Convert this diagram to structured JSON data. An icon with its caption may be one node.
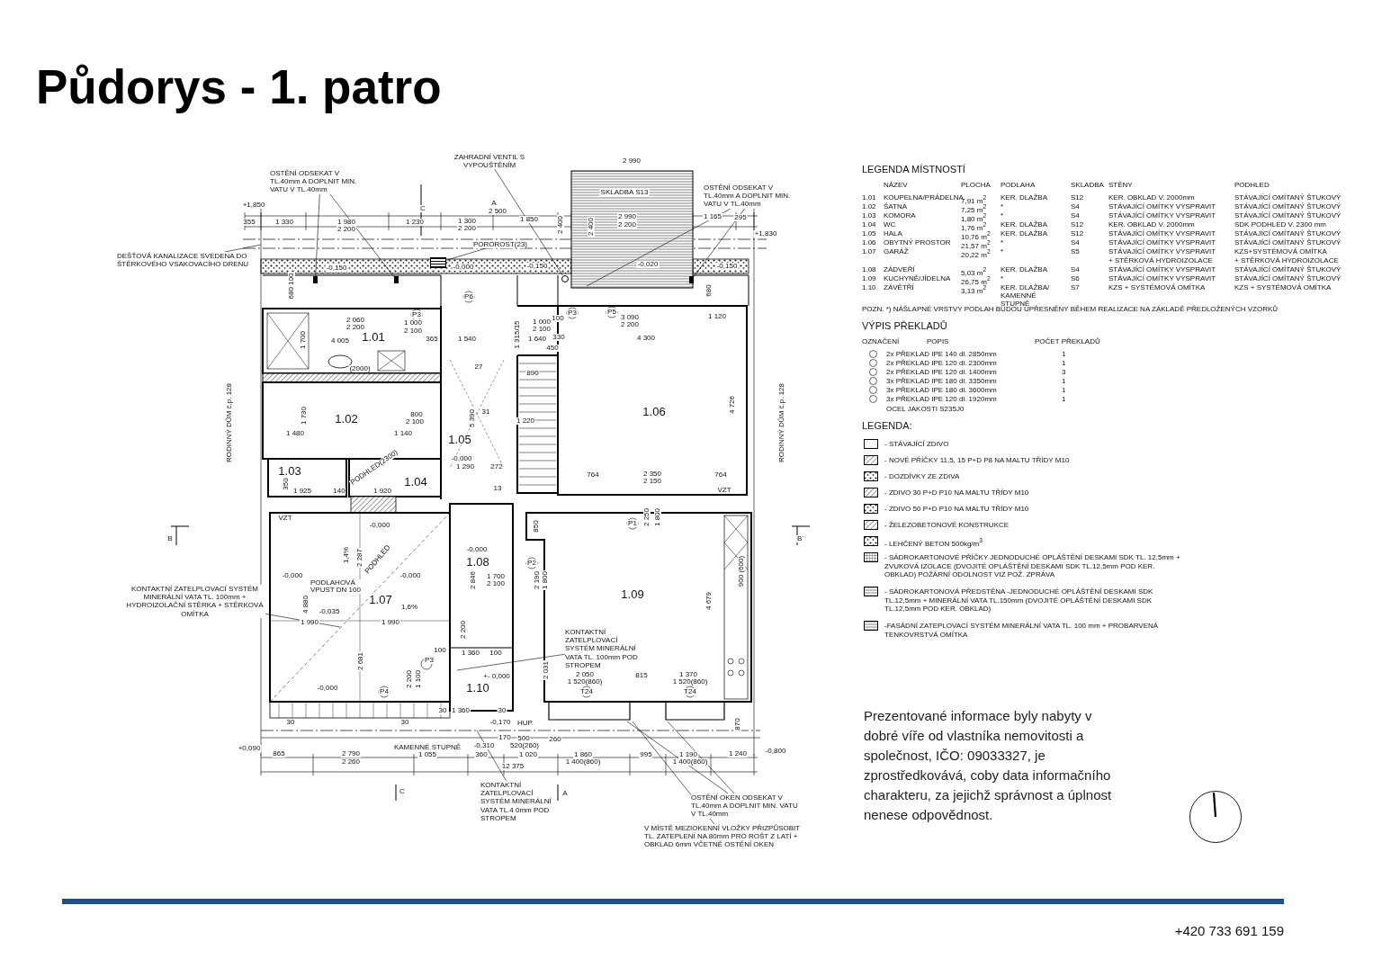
{
  "diagram": {
    "title": "Půdorys - 1. patro",
    "nodes": [
      {
        "text": [
          "OSTĚNÍ ODSEKAT V TL.40mm A DOPLNIT MIN. VATU V TL.40mm"
        ]
      },
      {
        "text": [
          "DEŠŤOVÁ KANALIZACE SVEDENA DO ŠTĚRKOVÉHO VSAKOVACÍHO DRENU"
        ]
      },
      {
        "text": [
          "ZAHRADNÍ VENTIL S VYPOUŠTĚNÍM"
        ]
      },
      {
        "text": [
          "POROROST(23)"
        ]
      },
      {
        "text": [
          "OSTĚNÍ ODSEKAT V TL.40mm A DOPLNIT MIN. VATU V TL.40mm"
        ]
      },
      {
        "text": [
          "KONTAKTNÍ ZATELPLOVACÍ SYSTÉM MINERÁLNÍ VATA TL. 100mm + HYDROIZOLAČNÍ STĚRKA + STĚRKOVÁ OMÍTKA"
        ]
      },
      {
        "text": [
          "KONTAKTNÍ ZATELPLOVACÍ SYSTÉM MINERÁLNÍ VATA TL. 100mm POD STROPEM"
        ]
      },
      {
        "text": [
          "KONTAKTNÍ ZATELPLOVACÍ SYSTÉM MINERÁLNÍ VATA TL.4 0mm POD STROPEM"
        ]
      },
      {
        "text": [
          "OSTĚNÍ OKEN ODSEKAT V TL.40mm A DOPLNIT MIN. VATU V TL.40mm"
        ]
      },
      {
        "text": [
          "V MÍSTĚ MEZIOKENNÍ VLOŽKY PŘIZPŮSOBIT TL. ZATEPLENÍ NA 80mm PRO ROŠT Z LATÍ + OBKLAD 6mm VČETNĚ OSTĚNÍ OKEN"
        ]
      },
      {
        "text": [],
        "shape": "box"
      },
      {
        "text": [],
        "shape": "box"
      },
      {
        "text": [],
        "shape": "circle"
      },
      {
        "text": [],
        "shape": "box"
      },
      {
        "text": [],
        "shape": "box"
      }
    ],
    "edges": [
      {
        "from": 0,
        "to": 10,
        "arrow": "none"
      },
      {
        "from": 0,
        "to": 11,
        "arrow": "none"
      },
      {
        "from": 1,
        "to": null,
        "arrow": "none"
      },
      {
        "from": 2,
        "to": 12,
        "arrow": "none"
      },
      {
        "from": 3,
        "to": 13,
        "arrow": "none"
      },
      {
        "from": 4,
        "to": null,
        "arrow": "none"
      },
      {
        "from": 4,
        "to": 14,
        "arrow": "none"
      },
      {
        "from": 5,
        "to": null,
        "arrow": "none"
      },
      {
        "from": 6,
        "to": null,
        "arrow": "none"
      },
      {
        "from": 7,
        "to": null,
        "arrow": "none"
      },
      {
        "from": 8,
        "to": null,
        "arrow": "none"
      },
      {
        "from": 8,
        "to": null,
        "arrow": "none"
      },
      {
        "from": 9,
        "to": null,
        "arrow": "none"
      }
    ],
    "labels": [
      "+1,850",
      "355",
      "1 330",
      "1 980",
      "2 200",
      "1 230",
      "C",
      "A",
      "2 500",
      "1 300",
      "2 200",
      "1 850",
      "2 400",
      "2 990",
      "SKLADBA S13",
      "2 990",
      "2 200",
      "2 400",
      "1 165",
      "295",
      "+1,830",
      "-0,150",
      "-0,000",
      "-0,150",
      "-0,020",
      "-0,150",
      "680 100",
      "680",
      "P6",
      "P3",
      "2 060",
      "2 200",
      "1.01",
      "1 000",
      "2 100",
      "4 005",
      "1 700",
      "365",
      "1 540",
      "1 315/15",
      "1 000",
      "2 100",
      "1 640",
      "450",
      "100",
      "P3",
      "330",
      "P5",
      "3 090",
      "2 200",
      "1 120",
      "4 300",
      "(2000)",
      "27",
      "890",
      "1.02",
      "1 730",
      "800",
      "2 100",
      "1 480",
      "1 140",
      "1.05",
      "5 390",
      "31",
      "1 220",
      "1.06",
      "4 726",
      "-0,000",
      "1 290",
      "272",
      "13",
      "1.03",
      "1.04",
      "PODHLED(2300)",
      "350",
      "1 925",
      "140",
      "1 920",
      "764",
      "2 350",
      "2 150",
      "764",
      "VZT",
      "RODINNÝ DŮM č.p. 128",
      "RODINNÝ DŮM č.p. 128",
      "B",
      "B´",
      "VZT",
      "-0,000",
      "1,4%",
      "2 287",
      "PODHLED",
      "-0,000",
      "-0,000",
      "PODLAHOVÁ VPUST DN 100",
      "1.07",
      "4 880",
      "-0,035",
      "1,6%",
      "1 990",
      "1 990",
      "2 681",
      "2 200",
      "1 100",
      "P3",
      "100",
      "-0,000",
      "P4",
      "30",
      "30",
      "+0,090",
      "865",
      "2 790",
      "2 260",
      "KAMENNÉ STUPNĚ",
      "1 055",
      "-0,000",
      "1.08",
      "2 846",
      "1 700",
      "2 100",
      "P2",
      "2 190",
      "1 800",
      "2 200",
      "1 360",
      "100",
      "+- 0,000",
      "1.10",
      "30",
      "1 360",
      "30",
      "-0,170",
      "HUP.",
      "-0,310",
      "170",
      "500",
      "520(260)",
      "260",
      "360",
      "1 020",
      "12 375",
      "1 860",
      "1 400(860)",
      "995",
      "1 190",
      "1 400(860)",
      "1 240",
      "-0,800",
      "P1",
      "2 250",
      "1 800",
      "850",
      "1.09",
      "4 679",
      "900 (600)",
      "2 031",
      "2 050",
      "1 520(860)",
      "815",
      "1 370",
      "1 520(860)",
      "T24",
      "T24",
      "870",
      "C",
      "A",
      "LEGENDA MÍSTNOSTÍ",
      "NÁZEV",
      "PLOCHA",
      "PODLAHA",
      "SKLADBA",
      "STĚNY",
      "PODHLED",
      "1.01",
      "KOUPELNA/PRÁDELNA",
      "7,91 m$^{2}$",
      "KER. DLAŽBA",
      "S12",
      "KER. OBKLAD V. 2000mm",
      "STÁVAJÍCÍ OMÍTANÝ ŠTUKOVÝ",
      "1.02",
      "ŠATNA",
      "7,25 m$^{2}$",
      "*",
      "S4",
      "STÁVAJÍCÍ OMÍTKY VYSPRAVIT",
      "STÁVAJÍCÍ OMÍTANÝ ŠTUKOVÝ",
      "1.03",
      "KOMORA",
      "1,80 m$^{2}$",
      "*",
      "S4",
      "STÁVAJÍCÍ OMÍTKY VYSPRAVIT",
      "STÁVAJÍCÍ OMÍTANÝ ŠTUKOVÝ",
      "1.04",
      "WC",
      "1,76 m$^{2}$",
      "KER. DLAŽBA",
      "S12",
      "KER. OBKLAD V. 2000mm",
      "SDK PODHLED V. 2300 mm",
      "1.05",
      "HALA",
      "10,76 m$^{2}$",
      "KER. DLAŽBA",
      "S12",
      "STÁVAJÍCÍ OMÍTKY VYSPRAVIT",
      "STÁVAJÍCÍ OMÍTANÝ ŠTUKOVÝ",
      "1.06",
      "OBYTNÝ PROSTOR",
      "21,57 m$^{2}$",
      "*",
      "S4",
      "STÁVAJÍCÍ OMÍTKY VYSPRAVIT",
      "STÁVAJÍCÍ OMÍTANÝ ŠTUKOVÝ",
      "1.07",
      "GARÁŽ",
      "20,22 m$^{2}$",
      "*",
      "S5",
      "STÁVAJÍCÍ OMÍTKY VYSPRAVIT",
      "KZS+SYSTÉMOVÁ OMÍTKA",
      "+ STĚRKOVÁ HYDROIZOLACE",
      "+ STĚRKOVÁ HYDROIZOLACE",
      "1.08",
      "ZÁDVEŘÍ",
      "5,03 m$^{2}$",
      "KER. DLAŽBA",
      "S4",
      "STÁVAJÍCÍ OMÍTKY VYSPRAVIT",
      "STÁVAJÍCÍ OMÍTANÝ ŠTUKOVÝ",
      "1.09",
      "KUCHYNĚ/JÍDELNA",
      "26,75 m$^{2}$",
      "*",
      "S6",
      "STÁVAJÍCÍ OMÍTKY VYSPRAVIT",
      "STÁVAJÍCÍ OMÍTANÝ ŠTUKOVÝ",
      "1.10",
      "ZÁVĚTŘÍ",
      "3,13 m$^{2}$",
      "KER. DLAŽBA/ KAMENNÉ STUPNĚ",
      "S7",
      "KZS + SYSTÉMOVÁ OMÍTKA",
      "KZS + SYSTÉMOVÁ OMÍTKA",
      "POZN. *) NÁŠLAPNÉ VRSTVY PODLAH BUDOU UPŘESNĚNY BĚHEM REALIZACE NA ZÁKLADĚ PŘEDLOŽENÝCH VZORKŮ",
      "VÝPIS PŘEKLADŮ",
      "OZNAČENÍ",
      "POPIS",
      "POČET PŘEKLADŮ",
      "2x PŘEKLAD IPE 140 dl. 2850mm",
      "1",
      "2x PŘEKLAD IPE 120 dl. 2300mm",
      "1",
      "2x PŘEKLAD IPE 120 dl. 1400mm",
      "3",
      "3x PŘEKLAD IPE 180 dl. 3350mm",
      "1",
      "3x PŘEKLAD IPE 180 dl. 3600mm",
      "1",
      "3x PŘEKLAD IPE 120 dl. 1920mm",
      "1",
      "OCEL JAKOSTI S235J0",
      "LEGENDA:",
      "Prezentované informace byly nabyty v dobré víře od vlastníka nemovitosti a společnost, IČO: 09033327, je zprostředkovává, coby data informačního charakteru, za jejichž správnost a úplnost nenese odpovědnost.",
      "+420 733 691 159"
    ],
    "legend": [
      {
        "text": "- STÁVAJÍCÍ ZDIVO"
      },
      {
        "text": "- NOVÉ PŘÍČKY 11,5, 15 P+D P8 NA MALTU TŘÍDY M10"
      },
      {
        "text": "- DOZDÍVKY ZE ZDIVA"
      },
      {
        "text": "- ZDIVO 30 P+D P10 NA MALTU TŘÍDY M10"
      },
      {
        "text": "- ZDIVO 50 P+D P10 NA MALTU TŘÍDY M10"
      },
      {
        "text": "- ŽELEZOBETONOVÉ KONSTRUKCE"
      },
      {
        "text": "- LEHČENÝ BETON 500kg/m$^{3}$"
      },
      {
        "text": "- SÁDROKARTONOVÉ PŘÍČKY JEDNODUCHÉ OPLÁŠTĚNÍ DESKAMI SDK TL. 12,5mm + ZVUKOVÁ IZOLACE (DVOJITÉ OPLÁŠTĚNÍ DESKAMI SDK TL.12,5mm POD KER. OBKLAD) POŽÁRNÍ ODOLNOST VIZ POŽ. ZPRÁVA"
      },
      {
        "text": "- SÁDROKARTONOVÁ PŘEDSTĚNA -JEDNODUCHÉ OPLÁŠTĚNÍ DESKAMI SDK TL.12,5mm + MINERÁLNÍ VATA TL.150mm (DVOJITÉ OPLÁŠTĚNÍ DESKAMI SDK TL.12,5mm POD KER. OBKLAD)"
      },
      {
        "text": "-FASÁDNÍ ZATEPLOVACÍ SYSTÉM MINERÁLNÍ VATA TL. 100 mm + PROBARVENÁ TENKOVRSTVÁ OMÍTKA"
      }
    ]
  }
}
